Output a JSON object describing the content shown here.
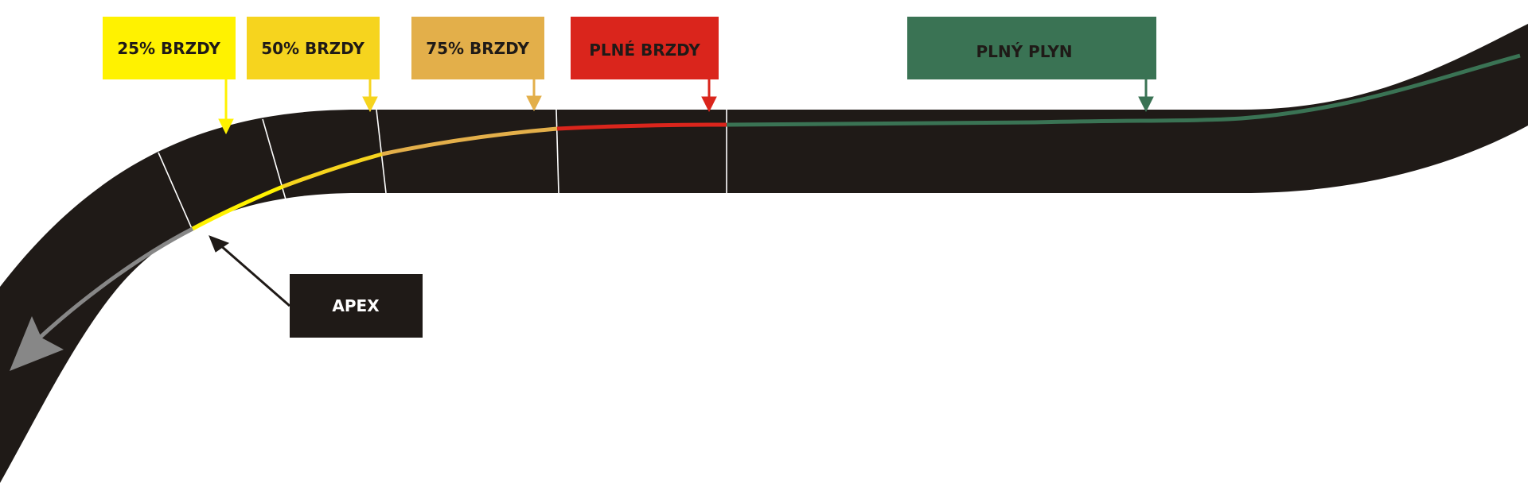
{
  "diagram": {
    "labels": {
      "brake_25": "25% BRZDY",
      "brake_50": "50% BRZDY",
      "brake_75": "75% BRZDY",
      "brake_full": "PLNÉ BRZDY",
      "full_throttle": "PLNÝ PLYN",
      "apex": "APEX"
    },
    "colors": {
      "road": "#1f1a17",
      "brake_25": "#fff200",
      "brake_50": "#f6d41e",
      "brake_75": "#e3af4a",
      "brake_full": "#da251c",
      "full_throttle": "#3a7354",
      "exit": "#878787",
      "text_dark": "#1f1a17",
      "text_light": "#ffffff"
    }
  }
}
